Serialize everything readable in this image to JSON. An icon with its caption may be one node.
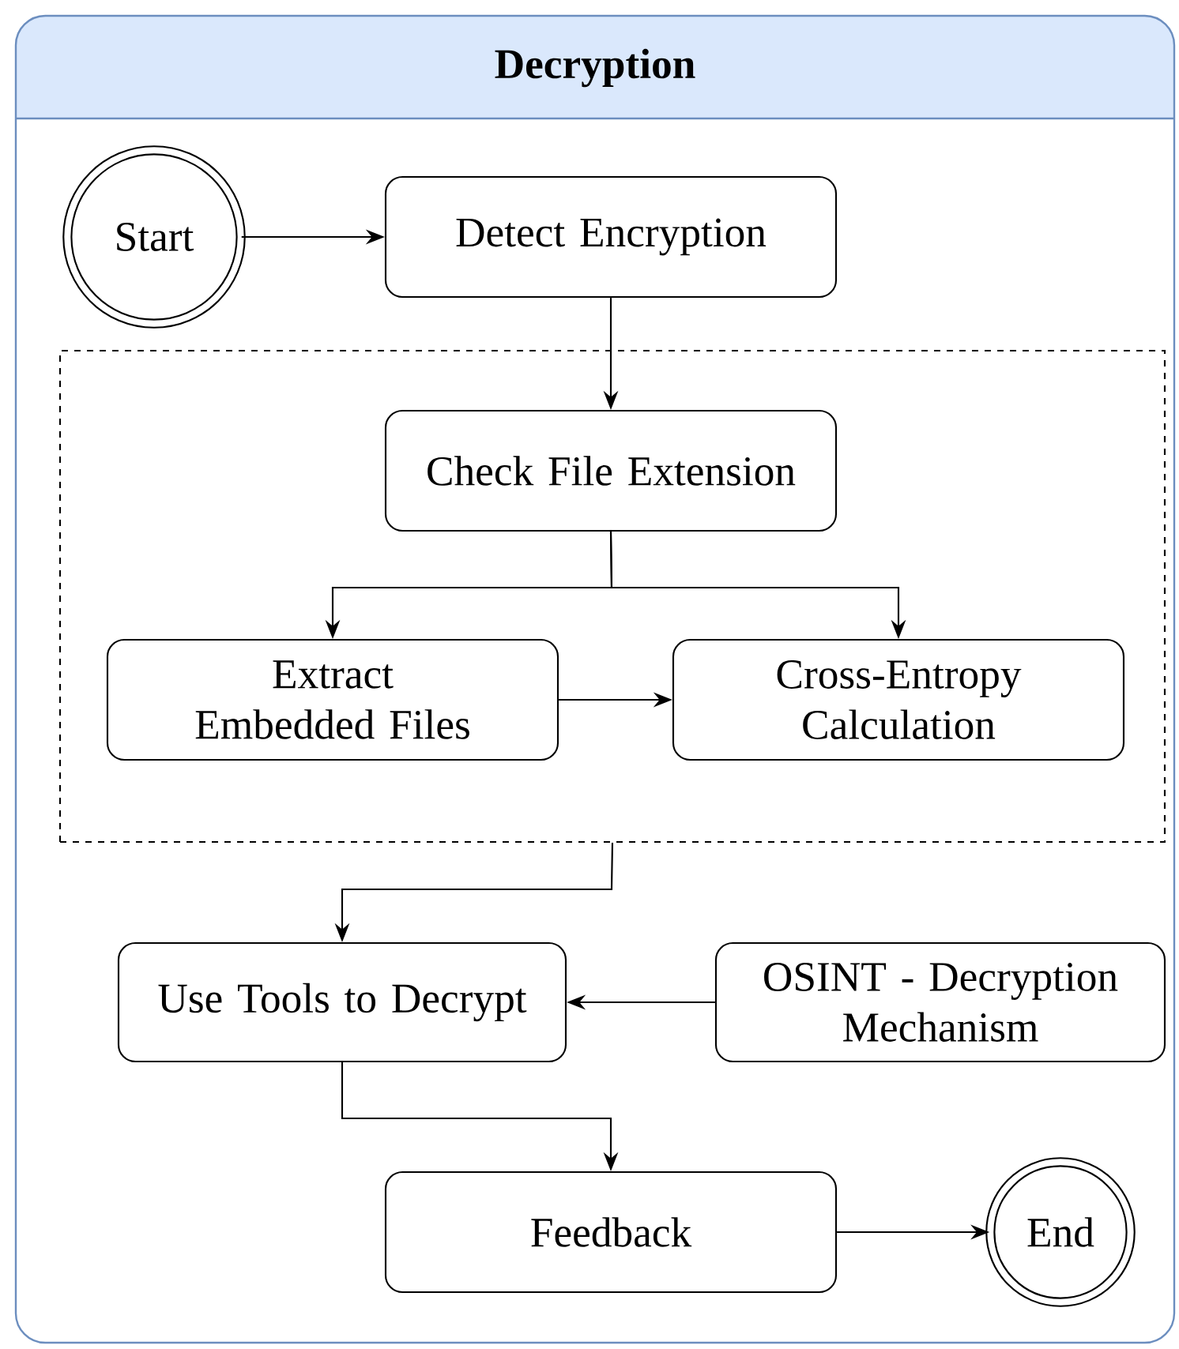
{
  "diagram": {
    "nodes": [
      {
        "text": [
          "Decryption"
        ]
      },
      {
        "text": [
          "Start"
        ],
        "in": 0
      },
      {
        "text": [
          "Detect Encryption"
        ],
        "in": 0
      },
      {
        "text": [],
        "shape": "box",
        "in": 0
      },
      {
        "text": [
          "Check File Extension"
        ],
        "in": 3
      },
      {
        "text": [
          "Extract Embedded Files"
        ],
        "in": 3
      },
      {
        "text": [
          "Cross-Entropy Calculation"
        ],
        "in": 3
      },
      {
        "text": [
          "Use Tools to Decrypt"
        ],
        "in": 0
      },
      {
        "text": [
          "OSINT - Decryption Mechanism"
        ],
        "in": 0
      },
      {
        "text": [
          "Feedback"
        ],
        "in": 0
      },
      {
        "text": [
          "End"
        ],
        "in": 0
      }
    ],
    "edges": [
      {
        "from": 1,
        "to": 2,
        "arrow": "to"
      },
      {
        "from": 2,
        "to": 4,
        "arrow": "to"
      },
      {
        "from": 4,
        "to": 5,
        "arrow": "to"
      },
      {
        "from": 4,
        "to": 6,
        "arrow": "to"
      },
      {
        "from": 5,
        "to": 6,
        "arrow": "to"
      },
      {
        "from": 3,
        "to": 7,
        "arrow": "to"
      },
      {
        "from": 8,
        "to": 7,
        "arrow": "to"
      },
      {
        "from": 7,
        "to": 9,
        "arrow": "to"
      },
      {
        "from": 9,
        "to": 10,
        "arrow": "to"
      }
    ]
  }
}
